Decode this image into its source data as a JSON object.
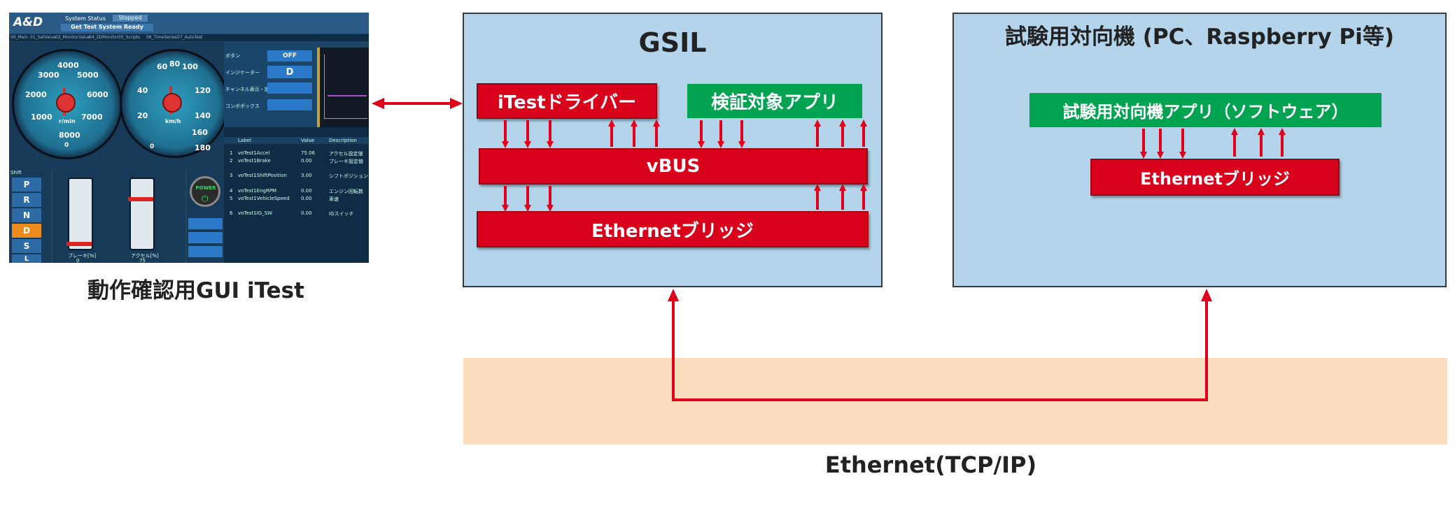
{
  "diagram": {
    "gui_caption": "動作確認用GUI iTest",
    "gsil_title": "GSIL",
    "itest_driver": "iTestドライバー",
    "target_app": "検証対象アプリ",
    "vbus": "vBUS",
    "ethernet_bridge_gsil": "Ethernetブリッジ",
    "peer_title": "試験用対向機 (PC、Raspberry Pi等)",
    "peer_app": "試験用対向機アプリ（ソフトウェア）",
    "ethernet_bridge_peer": "Ethernetブリッジ",
    "network_label": "Ethernet(TCP/IP)",
    "colors": {
      "red": "#d9001b",
      "green": "#00a350",
      "panel": "#b3d4ea",
      "network": "#fbdcbc"
    }
  },
  "gui": {
    "logo": "A&D",
    "system_status_label": "System Status",
    "system_status_value": "Stopped",
    "ready_message": "Get Test System Ready",
    "tabs": [
      "00_Main",
      "01_SetValue",
      "02_MonitorValue",
      "04_2DMonitor",
      "05_Scripts",
      "06_TimeSeries",
      "07_AutoTest"
    ],
    "rpm_ticks": [
      "4000",
      "3000",
      "5000",
      "2000",
      "6000",
      "1000",
      "7000",
      "8000",
      "0"
    ],
    "rpm_unit": "r/min",
    "speed_ticks": [
      "80",
      "60",
      "100",
      "40",
      "120",
      "20",
      "140",
      "160",
      "180",
      "0"
    ],
    "speed_unit": "km/h",
    "shift_label": "Shift",
    "shift_positions": [
      "P",
      "R",
      "N",
      "D",
      "S",
      "L"
    ],
    "active_shift": "D",
    "brake_label": "ブレーキ[%]",
    "brake_value": "0",
    "accel_label": "アクセル[%]",
    "accel_value": "75",
    "power_label": "POWER",
    "controls": [
      {
        "label": "ボタン",
        "value": "OFF"
      },
      {
        "label": "インジケーター",
        "value": "D"
      },
      {
        "label": "チャンネル表示・設定",
        "value": ""
      },
      {
        "label": "コンボボックス",
        "value": ""
      }
    ],
    "list_headers": [
      "Label",
      "Value",
      "Description"
    ],
    "list_rows": [
      {
        "no": "1",
        "label": "voTest1Accel",
        "value": "75.06",
        "desc": "アクセル設定値"
      },
      {
        "no": "2",
        "label": "voTest1Brake",
        "value": "0.00",
        "desc": "ブレーキ設定値"
      },
      {
        "no": "3",
        "label": "voTest1ShiftPosition",
        "value": "3.00",
        "desc": "シフトポジション"
      },
      {
        "no": "4",
        "label": "voTest1EngRPM",
        "value": "0.00",
        "desc": "エンジン回転数"
      },
      {
        "no": "5",
        "label": "voTest1VehicleSpeed",
        "value": "0.00",
        "desc": "車速"
      },
      {
        "no": "6",
        "label": "voTest1IG_SW",
        "value": "0.00",
        "desc": "IGスイッチ"
      }
    ]
  }
}
